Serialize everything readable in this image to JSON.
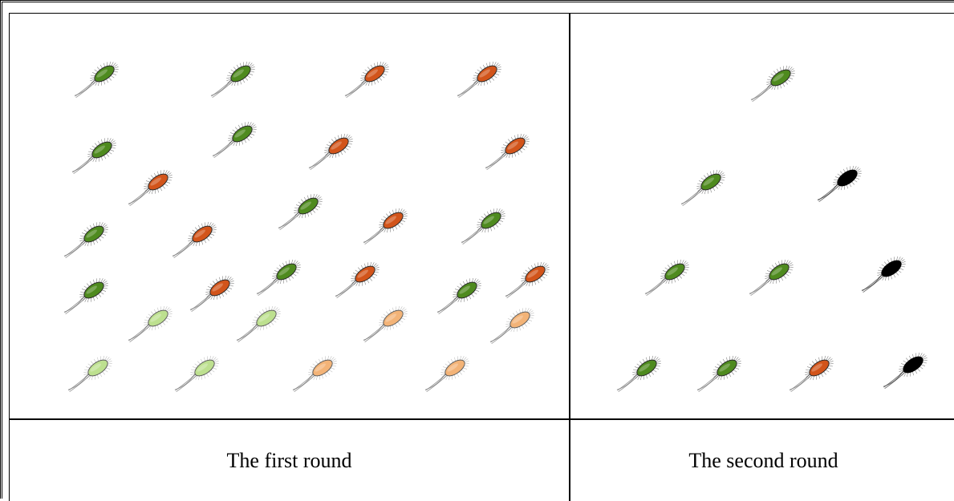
{
  "captions": {
    "first": "The first round",
    "second": "The second round"
  },
  "colors": {
    "green": "#4e8a1e",
    "light_green": "#a8d66a",
    "orange": "#d2541a",
    "light_orange": "#f09a4a",
    "black": "#000000"
  },
  "first_round": {
    "bacteria": [
      {
        "color": "green"
      },
      {
        "color": "green"
      },
      {
        "color": "orange"
      },
      {
        "color": "orange"
      },
      {
        "color": "green"
      },
      {
        "color": "green"
      },
      {
        "color": "orange"
      },
      {
        "color": "orange"
      },
      {
        "color": "orange"
      },
      {
        "color": "green"
      },
      {
        "color": "orange"
      },
      {
        "color": "green"
      },
      {
        "color": "orange"
      },
      {
        "color": "green"
      },
      {
        "color": "green"
      },
      {
        "color": "orange"
      },
      {
        "color": "green"
      },
      {
        "color": "orange"
      },
      {
        "color": "green"
      },
      {
        "color": "orange"
      },
      {
        "color": "light_green"
      },
      {
        "color": "light_green"
      },
      {
        "color": "light_orange"
      },
      {
        "color": "light_orange"
      },
      {
        "color": "light_green"
      },
      {
        "color": "light_green"
      },
      {
        "color": "light_orange"
      },
      {
        "color": "light_orange"
      }
    ]
  },
  "second_round": {
    "bacteria": [
      {
        "color": "green"
      },
      {
        "color": "green"
      },
      {
        "color": "black"
      },
      {
        "color": "green"
      },
      {
        "color": "green"
      },
      {
        "color": "black"
      },
      {
        "color": "green"
      },
      {
        "color": "green"
      },
      {
        "color": "orange"
      },
      {
        "color": "black"
      }
    ]
  }
}
